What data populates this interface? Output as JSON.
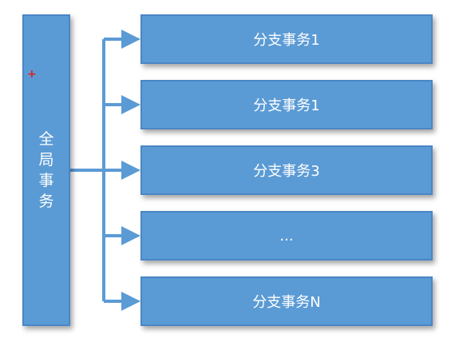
{
  "diagram": {
    "global": {
      "label": "全局事务"
    },
    "branches": [
      {
        "label": "分支事务1"
      },
      {
        "label": "分支事务1"
      },
      {
        "label": "分支事务3"
      },
      {
        "label": "..."
      },
      {
        "label": "分支事务N"
      }
    ],
    "colors": {
      "box_fill": "#5b9bd5",
      "box_border": "#4a86c5",
      "connector": "#5b9bd5",
      "marker": "#e02020"
    }
  }
}
